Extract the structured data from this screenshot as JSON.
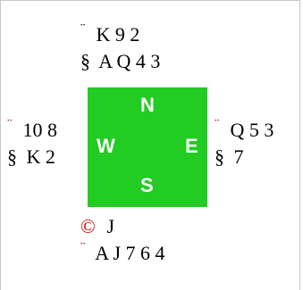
{
  "north": {
    "lines": [
      {
        "symbol": "¨",
        "cards": "K 9 2",
        "symbol_color": "#000000"
      },
      {
        "symbol": "§",
        "cards": "A Q 4 3",
        "symbol_color": "#000000"
      }
    ]
  },
  "west": {
    "lines": [
      {
        "symbol": "¨",
        "cards": "10 8",
        "symbol_color": "#cc0000"
      },
      {
        "symbol": "§",
        "cards": "K 2",
        "symbol_color": "#000000"
      }
    ]
  },
  "east": {
    "lines": [
      {
        "symbol": "¨",
        "cards": "Q 5 3",
        "symbol_color": "#cc0000"
      },
      {
        "symbol": "§",
        "cards": "7",
        "symbol_color": "#000000"
      }
    ]
  },
  "south": {
    "lines": [
      {
        "symbol": "©",
        "cards": "J",
        "symbol_color": "#cc0000"
      },
      {
        "symbol": "¨",
        "cards": "A J 7 6 4",
        "symbol_color": "#cc0000"
      }
    ]
  },
  "compass": {
    "n": "N",
    "w": "W",
    "e": "E",
    "s": "S",
    "background": "#22cc22",
    "letter_color": "#ffffff"
  }
}
